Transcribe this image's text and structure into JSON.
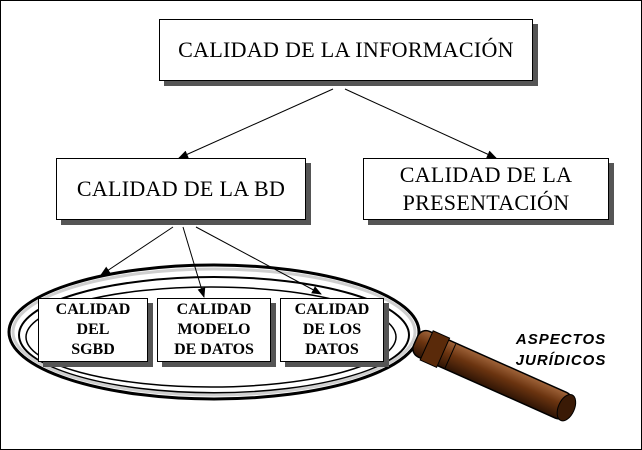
{
  "diagram": {
    "top": {
      "label": "CALIDAD DE LA INFORMACIÓN"
    },
    "middle_left": {
      "label": "CALIDAD DE LA BD"
    },
    "middle_right": {
      "label": "CALIDAD DE LA\nPRESENTACIÓN"
    },
    "bottom": [
      {
        "label": "CALIDAD\nDEL\nSGBD"
      },
      {
        "label": "CALIDAD\nMODELO\nDE DATOS"
      },
      {
        "label": "CALIDAD\nDE LOS\nDATOS"
      }
    ],
    "annotation": {
      "label": "ASPECTOS\nJURÍDICOS"
    },
    "colors": {
      "box_border": "#000000",
      "box_shadow": "#555555",
      "magnifier_handle": "#6b3410",
      "magnifier_ring": "#000000"
    },
    "icons": {
      "magnifier": "magnifying-glass-icon"
    }
  }
}
